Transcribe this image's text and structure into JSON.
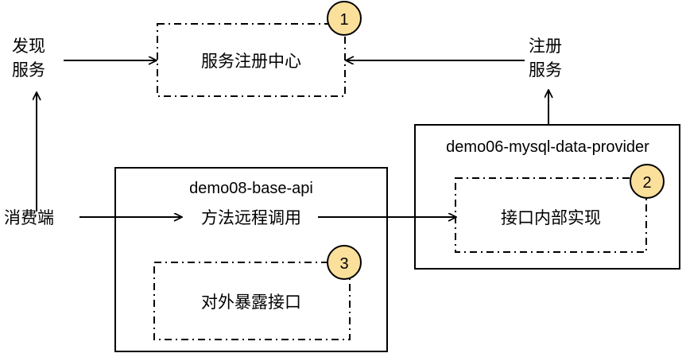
{
  "diagram": {
    "title": "Service registry and remote invocation architecture",
    "colors": {
      "stroke": "#000000",
      "badge_fill": "#fbe09c",
      "badge_stroke": "#000000",
      "background": "#ffffff"
    },
    "nodes": {
      "discover_service": {
        "line1": "发现",
        "line2": "服务"
      },
      "service_registry": {
        "label": "服务注册中心"
      },
      "register_service": {
        "line1": "注册",
        "line2": "服务"
      },
      "consumer": {
        "label": "消费端"
      },
      "base_api": {
        "title": "demo08-base-api"
      },
      "remote_call": {
        "label": "方法远程调用"
      },
      "expose_interface": {
        "label": "对外暴露接口"
      },
      "mysql_provider": {
        "title": "demo06-mysql-data-provider"
      },
      "interface_impl": {
        "label": "接口内部实现"
      }
    },
    "badges": [
      {
        "id": "badge-1",
        "label": "1"
      },
      {
        "id": "badge-2",
        "label": "2"
      },
      {
        "id": "badge-3",
        "label": "3"
      }
    ]
  }
}
